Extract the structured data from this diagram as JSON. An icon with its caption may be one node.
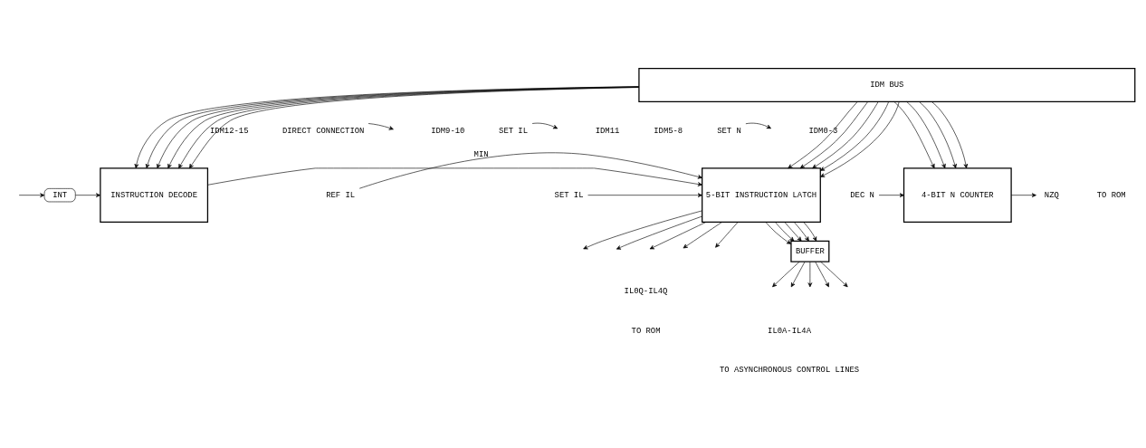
{
  "diagram": {
    "nodes": [
      {
        "text": [
          "IDM BUS"
        ]
      },
      {
        "text": [
          "INSTRUCTION DECODE"
        ]
      },
      {
        "text": [
          "5-BIT INSTRUCTION LATCH"
        ]
      },
      {
        "text": [
          "4-BIT N COUNTER"
        ]
      },
      {
        "text": [
          "BUFFER"
        ]
      },
      {
        "text": [
          "INT"
        ]
      },
      {
        "text": [
          "SET IL"
        ]
      },
      {
        "text": [
          "REF IL"
        ]
      },
      {
        "text": [
          "DEC N"
        ]
      },
      {
        "text": [
          "NZQ"
        ]
      },
      {
        "text": [
          "DIRECT CONNECTION"
        ]
      },
      {
        "text": [
          "SET IL"
        ]
      },
      {
        "text": [
          "SET N"
        ]
      }
    ],
    "edges": [
      {
        "from": 0,
        "to": 1,
        "arrow": "to"
      },
      {
        "from": 0,
        "to": 1,
        "arrow": "to"
      },
      {
        "from": 0,
        "to": 1,
        "arrow": "to"
      },
      {
        "from": 0,
        "to": 1,
        "arrow": "to"
      },
      {
        "from": 0,
        "to": 1,
        "arrow": "to"
      },
      {
        "from": 0,
        "to": 1,
        "arrow": "to"
      },
      {
        "from": 0,
        "to": 2,
        "arrow": "to"
      },
      {
        "from": 0,
        "to": 2,
        "arrow": "to"
      },
      {
        "from": 0,
        "to": 2,
        "arrow": "to"
      },
      {
        "from": 0,
        "to": 2,
        "arrow": "to"
      },
      {
        "from": 0,
        "to": 2,
        "arrow": "to"
      },
      {
        "from": 0,
        "to": 3,
        "arrow": "to"
      },
      {
        "from": 0,
        "to": 3,
        "arrow": "to"
      },
      {
        "from": 0,
        "to": 3,
        "arrow": "to"
      },
      {
        "from": 0,
        "to": 3,
        "arrow": "to"
      },
      {
        "from": null,
        "to": 5,
        "arrow": "to"
      },
      {
        "from": 5,
        "to": 1,
        "arrow": "to"
      },
      {
        "from": 1,
        "to": 2,
        "arrow": "to",
        "label": "MIN"
      },
      {
        "from": 6,
        "to": 2,
        "arrow": "to"
      },
      {
        "from": 7,
        "to": 2,
        "arrow": "to"
      },
      {
        "from": 8,
        "to": 3,
        "arrow": "to"
      },
      {
        "from": 3,
        "to": 9,
        "arrow": "to"
      },
      {
        "from": 2,
        "to": null,
        "arrow": "to"
      },
      {
        "from": 2,
        "to": null,
        "arrow": "to"
      },
      {
        "from": 2,
        "to": null,
        "arrow": "to"
      },
      {
        "from": 2,
        "to": null,
        "arrow": "to"
      },
      {
        "from": 2,
        "to": null,
        "arrow": "to"
      },
      {
        "from": 2,
        "to": 4,
        "arrow": "to"
      },
      {
        "from": 2,
        "to": 4,
        "arrow": "to"
      },
      {
        "from": 2,
        "to": 4,
        "arrow": "to"
      },
      {
        "from": 2,
        "to": 4,
        "arrow": "to"
      },
      {
        "from": 2,
        "to": 4,
        "arrow": "to"
      },
      {
        "from": 4,
        "to": null,
        "arrow": "to"
      },
      {
        "from": 4,
        "to": null,
        "arrow": "to"
      },
      {
        "from": 4,
        "to": null,
        "arrow": "to"
      },
      {
        "from": 4,
        "to": null,
        "arrow": "to"
      },
      {
        "from": 4,
        "to": null,
        "arrow": "to"
      },
      {
        "from": 10,
        "to": null,
        "arrow": "to"
      },
      {
        "from": 11,
        "to": null,
        "arrow": "to"
      },
      {
        "from": 12,
        "to": null,
        "arrow": "to"
      }
    ],
    "labels": [
      "IDM12-15",
      "IDM9-10",
      "IDM11",
      "IDM5-8",
      "IDM0-3",
      "TO ROM",
      "IL0Q-IL4Q",
      "TO ROM",
      "IL0A-IL4A",
      "TO ASYNCHRONOUS CONTROL LINES"
    ]
  }
}
